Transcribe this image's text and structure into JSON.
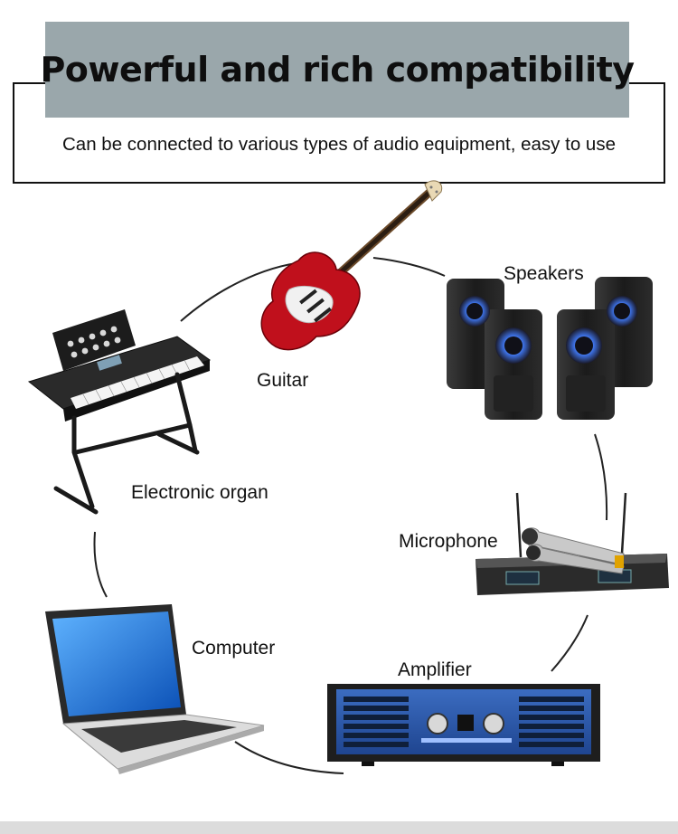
{
  "header": {
    "title": "Powerful and rich compatibility",
    "subtitle": "Can be connected to various types of audio equipment, easy to use"
  },
  "devices": {
    "guitar": {
      "label": "Guitar",
      "icon": "guitar-icon"
    },
    "speakers": {
      "label": "Speakers",
      "icon": "speakers-icon"
    },
    "organ": {
      "label": "Electronic organ",
      "icon": "keyboard-icon"
    },
    "microphone": {
      "label": "Microphone",
      "icon": "microphone-receiver-icon"
    },
    "computer": {
      "label": "Computer",
      "icon": "laptop-icon"
    },
    "amplifier": {
      "label": "Amplifier",
      "icon": "amplifier-icon"
    }
  },
  "colors": {
    "title_bar": "#9aa7ab",
    "guitar_body": "#c0101c",
    "amp_face": "#2f5fa8",
    "speaker_glow": "#3c6fe0"
  }
}
